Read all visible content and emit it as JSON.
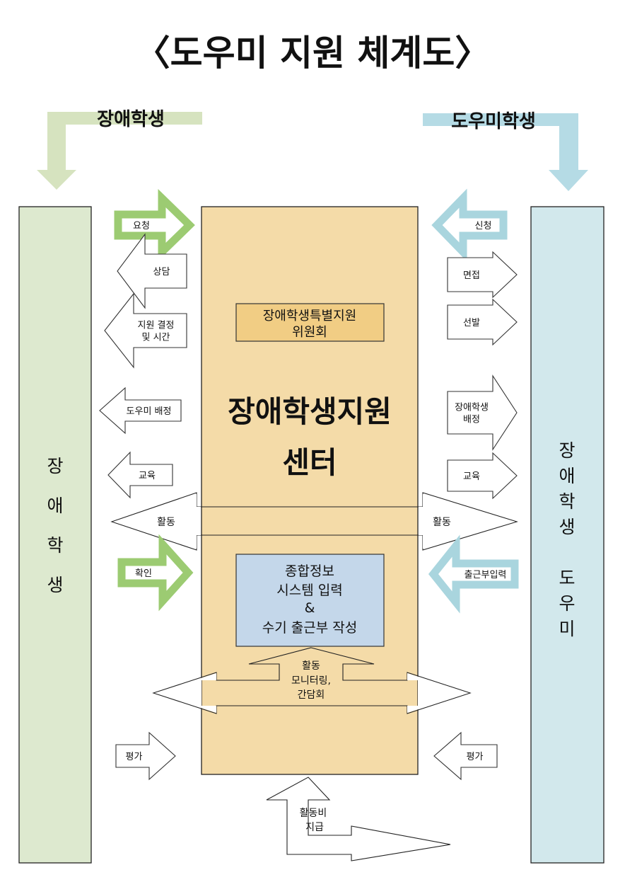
{
  "title": "〈도우미 지원 체계도〉",
  "colors": {
    "student_green": "#dde9cf",
    "student_arrow_green": "#9ccb72",
    "helper_blue": "#d2e8ec",
    "helper_arrow_blue": "#a9d5de",
    "center_tan": "#f4dba8",
    "committee_tan": "#f1cd84",
    "info_blue": "#c4d7ea",
    "top_green": "#d6e3bf",
    "top_blue": "#b5dbe5"
  },
  "actors": {
    "student_top_label": "장애학생",
    "helper_top_label": "도우미학생",
    "student_column": [
      "장",
      "애",
      "학",
      "생"
    ],
    "helper_column": [
      "장",
      "애",
      "학",
      "생",
      "",
      "도",
      "우",
      "미"
    ]
  },
  "center": {
    "committee": [
      "장애학생특별지원",
      "위원회"
    ],
    "name": [
      "장애학생지원",
      "센터"
    ],
    "info_box": [
      "종합정보",
      "시스템 입력",
      "&",
      "수기 출근부 작성"
    ]
  },
  "left_arrows": [
    {
      "label": [
        "요청"
      ],
      "direction": "right",
      "style": "green"
    },
    {
      "label": [
        "상담"
      ],
      "direction": "left",
      "style": "outline"
    },
    {
      "label": [
        "지원 결정",
        "및 시간"
      ],
      "direction": "left",
      "style": "outline"
    },
    {
      "label": [
        "도우미 배정"
      ],
      "direction": "left",
      "style": "outline"
    },
    {
      "label": [
        "교육"
      ],
      "direction": "left",
      "style": "outline"
    },
    {
      "label": [
        "확인"
      ],
      "direction": "right",
      "style": "green"
    },
    {
      "label": [
        "평가"
      ],
      "direction": "right",
      "style": "outline"
    }
  ],
  "right_arrows": [
    {
      "label": [
        "신청"
      ],
      "direction": "left",
      "style": "blue"
    },
    {
      "label": [
        "면접"
      ],
      "direction": "right",
      "style": "outline"
    },
    {
      "label": [
        "선발"
      ],
      "direction": "right",
      "style": "outline"
    },
    {
      "label": [
        "장애학생",
        "배정"
      ],
      "direction": "right",
      "style": "outline"
    },
    {
      "label": [
        "교육"
      ],
      "direction": "right",
      "style": "outline"
    },
    {
      "label": [
        "출근부입력"
      ],
      "direction": "left",
      "style": "blue"
    },
    {
      "label": [
        "평가"
      ],
      "direction": "left",
      "style": "outline"
    }
  ],
  "activity_arrow": {
    "left_label": "활동",
    "right_label": "활동"
  },
  "monitoring_arrow": {
    "label": [
      "활동",
      "모니터링,",
      "간담회"
    ]
  },
  "payment_arrow": {
    "label": [
      "활동비",
      "지급"
    ]
  }
}
